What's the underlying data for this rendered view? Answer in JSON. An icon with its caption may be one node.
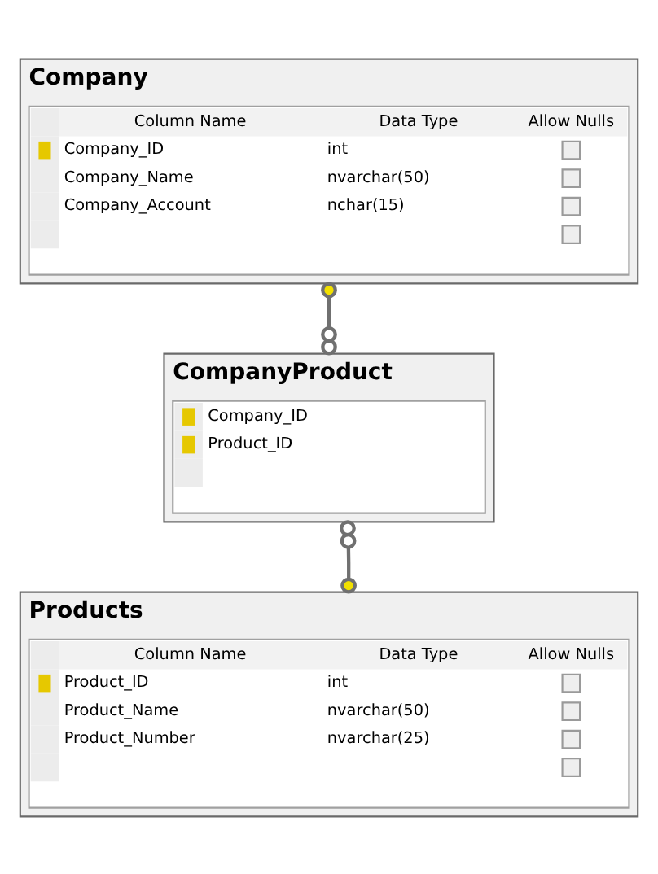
{
  "diagram": {
    "nodes": [
      {
        "text": [
          "Company",
          "Column Name",
          "Data Type",
          "Allow Nulls",
          "Company_ID",
          "int",
          "Company_Name",
          "nvarchar(50)",
          "Company_Account",
          "nchar(15)"
        ]
      },
      {
        "text": [
          "CompanyProduct",
          "Company_ID",
          "Product_ID"
        ]
      },
      {
        "text": [
          "Products",
          "Column Name",
          "Data Type",
          "Allow Nulls",
          "Product_ID",
          "int",
          "Product_Name",
          "nvarchar(50)",
          "Product_Number",
          "nvarchar(25)"
        ]
      }
    ],
    "edges": [
      {
        "from": 0,
        "to": 1,
        "arrow": "other"
      },
      {
        "from": 2,
        "to": 1,
        "arrow": "other"
      }
    ]
  }
}
